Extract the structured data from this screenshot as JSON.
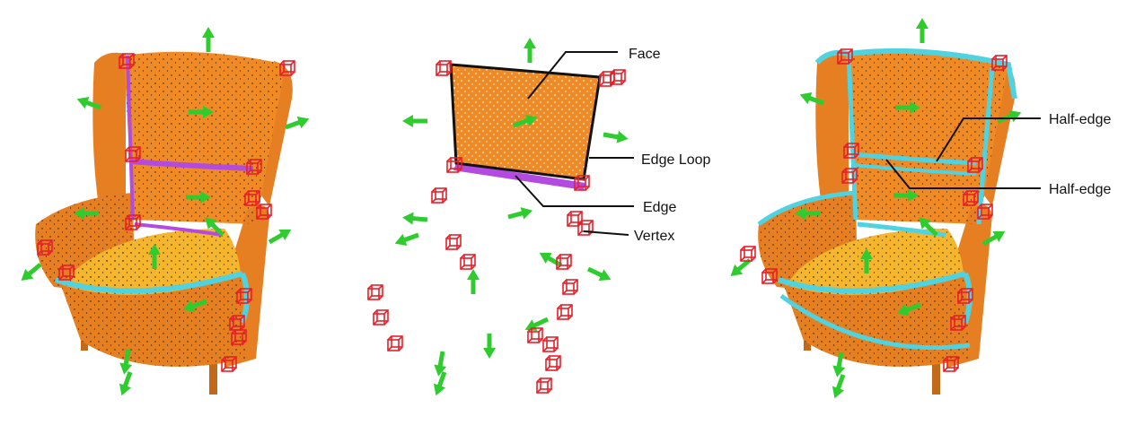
{
  "labels": {
    "face": "Face",
    "edge_loop": "Edge Loop",
    "edge": "Edge",
    "vertex": "Vertex",
    "half_edge_top": "Half-edge",
    "half_edge_bottom": "Half-edge"
  },
  "colors": {
    "surface": "#f08a24",
    "seat": "#f5b52c",
    "half_edge": "#4fd3e0",
    "edge_highlight": "#b44be0",
    "vertex_box": "#e8202a",
    "normal_arrow": "#2ecc2e",
    "leader_line": "#111111"
  },
  "icons": {
    "normal": "green-arrow-icon",
    "vertex": "red-cube-icon"
  }
}
